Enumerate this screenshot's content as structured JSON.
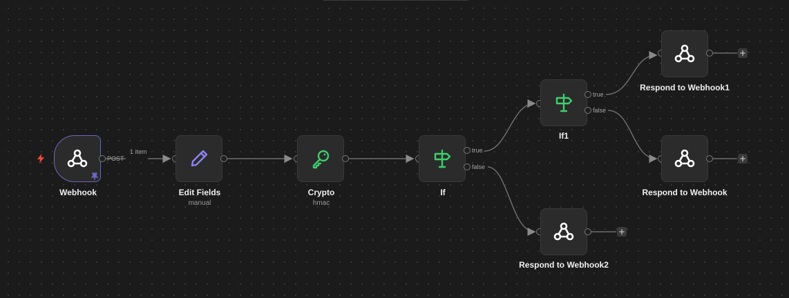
{
  "canvas": {
    "accent_trigger": "#6d66c4",
    "accent_green": "#3ecf6e",
    "accent_purple": "#8b86f0",
    "bolt_color": "#e84b3c"
  },
  "nodes": {
    "webhook": {
      "label": "Webhook",
      "icon": "webhook-icon",
      "output_label": "POST",
      "trigger_icon": "bolt-icon",
      "pin_icon": "pin-icon"
    },
    "edit_fields": {
      "label": "Edit Fields",
      "subtitle": "manual",
      "icon": "pencil-icon"
    },
    "crypto": {
      "label": "Crypto",
      "subtitle": "hmac",
      "icon": "key-icon"
    },
    "if": {
      "label": "If",
      "icon": "signpost-icon",
      "outputs": [
        "true",
        "false"
      ]
    },
    "if1": {
      "label": "If1",
      "icon": "signpost-icon",
      "outputs": [
        "true",
        "false"
      ]
    },
    "respond1": {
      "label": "Respond to Webhook1",
      "icon": "webhook-icon"
    },
    "respond": {
      "label": "Respond to Webhook",
      "icon": "webhook-icon"
    },
    "respond2": {
      "label": "Respond to Webhook2",
      "icon": "webhook-icon"
    }
  },
  "edges": {
    "webhook_to_edit": {
      "label": "1 item"
    }
  },
  "add_button": {
    "symbol": "+"
  }
}
